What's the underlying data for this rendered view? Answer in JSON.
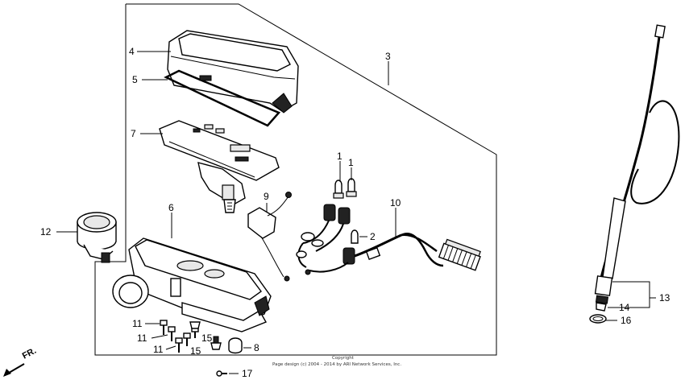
{
  "diagram": {
    "callouts": {
      "c1a": "1",
      "c1b": "1",
      "c2": "2",
      "c3": "3",
      "c4": "4",
      "c5": "5",
      "c6": "6",
      "c7": "7",
      "c8": "8",
      "c9": "9",
      "c10": "10",
      "c11a": "11",
      "c11b": "11",
      "c11c": "11",
      "c12": "12",
      "c13": "13",
      "c14": "14",
      "c15a": "15",
      "c15b": "15",
      "c16": "16",
      "c17": "17"
    },
    "direction_label": "FR.",
    "copyright": "Page design (c) 2004 - 2014 by ARI Network Services, Inc.",
    "watermark": "Copyright"
  }
}
